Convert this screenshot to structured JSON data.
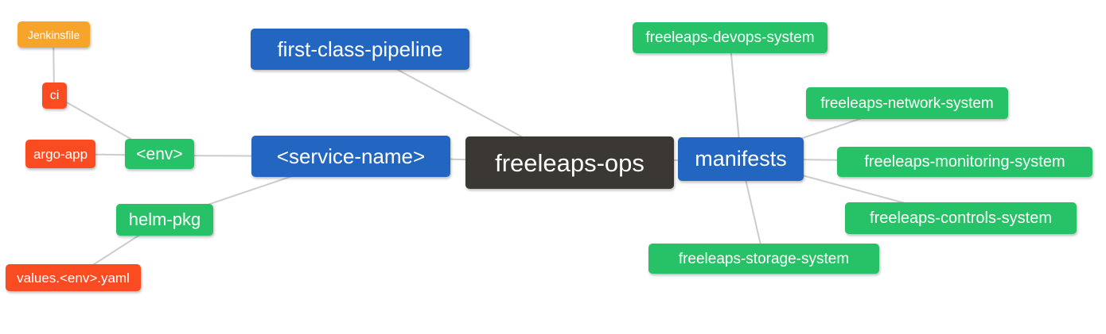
{
  "diagram": {
    "type": "mindmap",
    "root": "freeleaps-ops"
  },
  "colors": {
    "blue": "#2366C1",
    "green": "#27C168",
    "red": "#FB4B20",
    "orange": "#F7A52A",
    "dark": "#3B3733",
    "edge": "#CCCCCC",
    "text": "#FFFFFF",
    "background": "#FFFFFF"
  },
  "nodes": {
    "jenkinsfile": {
      "label": "Jenkinsfile",
      "color": "orange"
    },
    "ci": {
      "label": "ci",
      "color": "red"
    },
    "argo_app": {
      "label": "argo-app",
      "color": "red"
    },
    "env": {
      "label": "<env>",
      "color": "green"
    },
    "helm_pkg": {
      "label": "helm-pkg",
      "color": "green"
    },
    "values_env_yaml": {
      "label": "values.<env>.yaml",
      "color": "red"
    },
    "first_class_pipeline": {
      "label": "first-class-pipeline",
      "color": "blue"
    },
    "service_name": {
      "label": "<service-name>",
      "color": "blue"
    },
    "freeleaps_ops": {
      "label": "freeleaps-ops",
      "color": "dark"
    },
    "manifests": {
      "label": "manifests",
      "color": "blue"
    },
    "devops_system": {
      "label": "freeleaps-devops-system",
      "color": "green"
    },
    "network_system": {
      "label": "freeleaps-network-system",
      "color": "green"
    },
    "monitoring_system": {
      "label": "freeleaps-monitoring-system",
      "color": "green"
    },
    "controls_system": {
      "label": "freeleaps-controls-system",
      "color": "green"
    },
    "storage_system": {
      "label": "freeleaps-storage-system",
      "color": "green"
    }
  },
  "edges": [
    {
      "from": "jenkinsfile",
      "to": "ci"
    },
    {
      "from": "ci",
      "to": "env"
    },
    {
      "from": "argo_app",
      "to": "env"
    },
    {
      "from": "env",
      "to": "service_name"
    },
    {
      "from": "helm_pkg",
      "to": "service_name"
    },
    {
      "from": "values_env_yaml",
      "to": "helm_pkg"
    },
    {
      "from": "first_class_pipeline",
      "to": "freeleaps_ops"
    },
    {
      "from": "service_name",
      "to": "freeleaps_ops"
    },
    {
      "from": "freeleaps_ops",
      "to": "manifests"
    },
    {
      "from": "manifests",
      "to": "devops_system"
    },
    {
      "from": "manifests",
      "to": "network_system"
    },
    {
      "from": "manifests",
      "to": "monitoring_system"
    },
    {
      "from": "manifests",
      "to": "controls_system"
    },
    {
      "from": "manifests",
      "to": "storage_system"
    }
  ]
}
